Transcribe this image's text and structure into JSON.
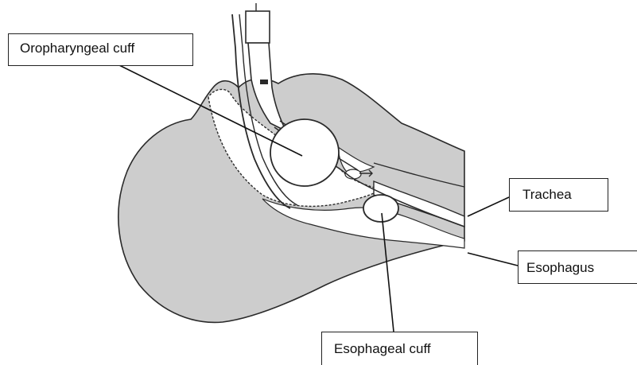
{
  "labels": {
    "oropharyngeal_cuff": "Oropharyngeal cuff",
    "trachea": "Trachea",
    "esophagus": "Esophagus",
    "esophageal_cuff": "Esophageal cuff"
  },
  "colors": {
    "tissue": "#cdcdcd",
    "outline": "#2a2a2a",
    "background": "#ffffff"
  }
}
